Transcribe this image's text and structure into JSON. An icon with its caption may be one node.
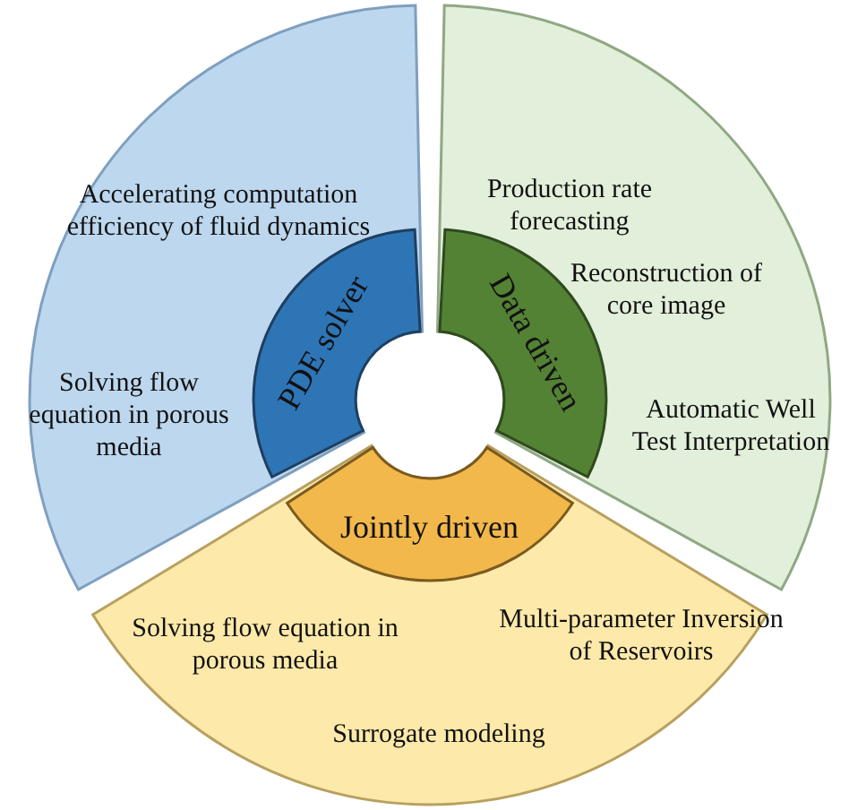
{
  "diagram": {
    "nodes": [
      {
        "text": [
          "Accelerating computation efficiency of fluid dynamics",
          "Solving flow equation in porous media"
        ]
      },
      {
        "text": [
          "PDE solver"
        ],
        "in": 0
      },
      {
        "text": [
          "Production rate forecasting",
          "Reconstruction of core image",
          "Automatic Well Test Interpretation"
        ]
      },
      {
        "text": [
          "Data driven"
        ],
        "in": 2
      },
      {
        "text": [
          "Solving flow equation in porous media",
          "Multi-parameter Inversion of Reservoirs",
          "Surrogate modeling"
        ]
      },
      {
        "text": [
          "Jointly driven"
        ],
        "in": 4
      }
    ]
  }
}
